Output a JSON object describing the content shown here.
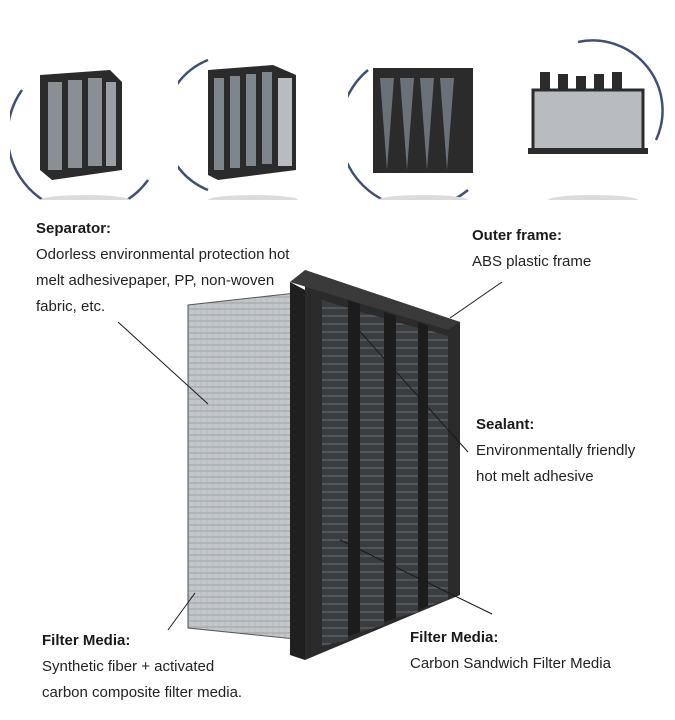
{
  "annotations": {
    "separator": {
      "title": "Separator:",
      "lines": [
        "Odorless environmental protection hot",
        "melt adhesivepaper, PP, non-woven",
        "fabric, etc."
      ]
    },
    "outer_frame": {
      "title": "Outer frame:",
      "lines": [
        "ABS plastic frame"
      ]
    },
    "sealant": {
      "title": "Sealant:",
      "lines": [
        "Environmentally friendly",
        "hot melt adhesive"
      ]
    },
    "filter_media_left": {
      "title": "Filter Media:",
      "lines": [
        "Synthetic fiber + activated",
        "carbon composite filter media."
      ]
    },
    "filter_media_right": {
      "title": "Filter Media:",
      "lines": [
        "Carbon Sandwich Filter Media"
      ]
    }
  },
  "colors": {
    "arc": "#3f4f7a",
    "frame": "#2b2b2b",
    "media": "#b8bcc0",
    "leader": "#1a1a1a"
  }
}
